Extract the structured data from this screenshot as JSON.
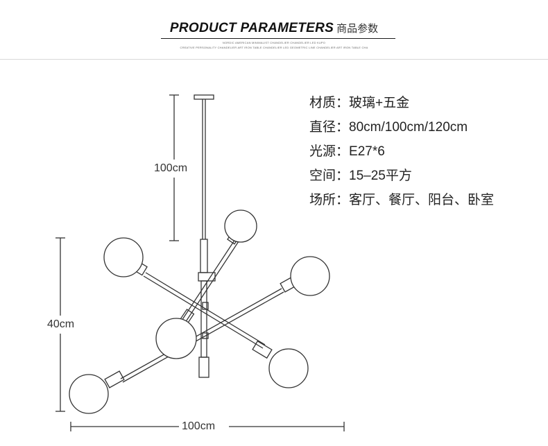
{
  "header": {
    "title_en": "PRODUCT PARAMETERS",
    "title_cn": "商品参数",
    "subtitle_line1": "NORDIC AMERICAN MINIMALIST CHANDELIER CHANDELIER LED KUPO",
    "subtitle_line2": "CREATIVE PERSONALITY CHANDELIER ART IRON TABLE CHANDELIER LED GEOMETRIC LINE CHANDELIER ART IRON TABLE CHA"
  },
  "params": [
    {
      "label": "材质：",
      "value": "玻璃+五金"
    },
    {
      "label": "直径：",
      "value": "80cm/100cm/120cm"
    },
    {
      "label": "光源：",
      "value": "E27*6"
    },
    {
      "label": "空间：",
      "value": "15–25平方"
    },
    {
      "label": "场所：",
      "value": "客厅、餐厅、阳台、卧室"
    }
  ],
  "dimensions": {
    "rod_height": "100cm",
    "body_height": "40cm",
    "width": "100cm"
  },
  "colors": {
    "line": "#333333",
    "accent": "#111111"
  }
}
